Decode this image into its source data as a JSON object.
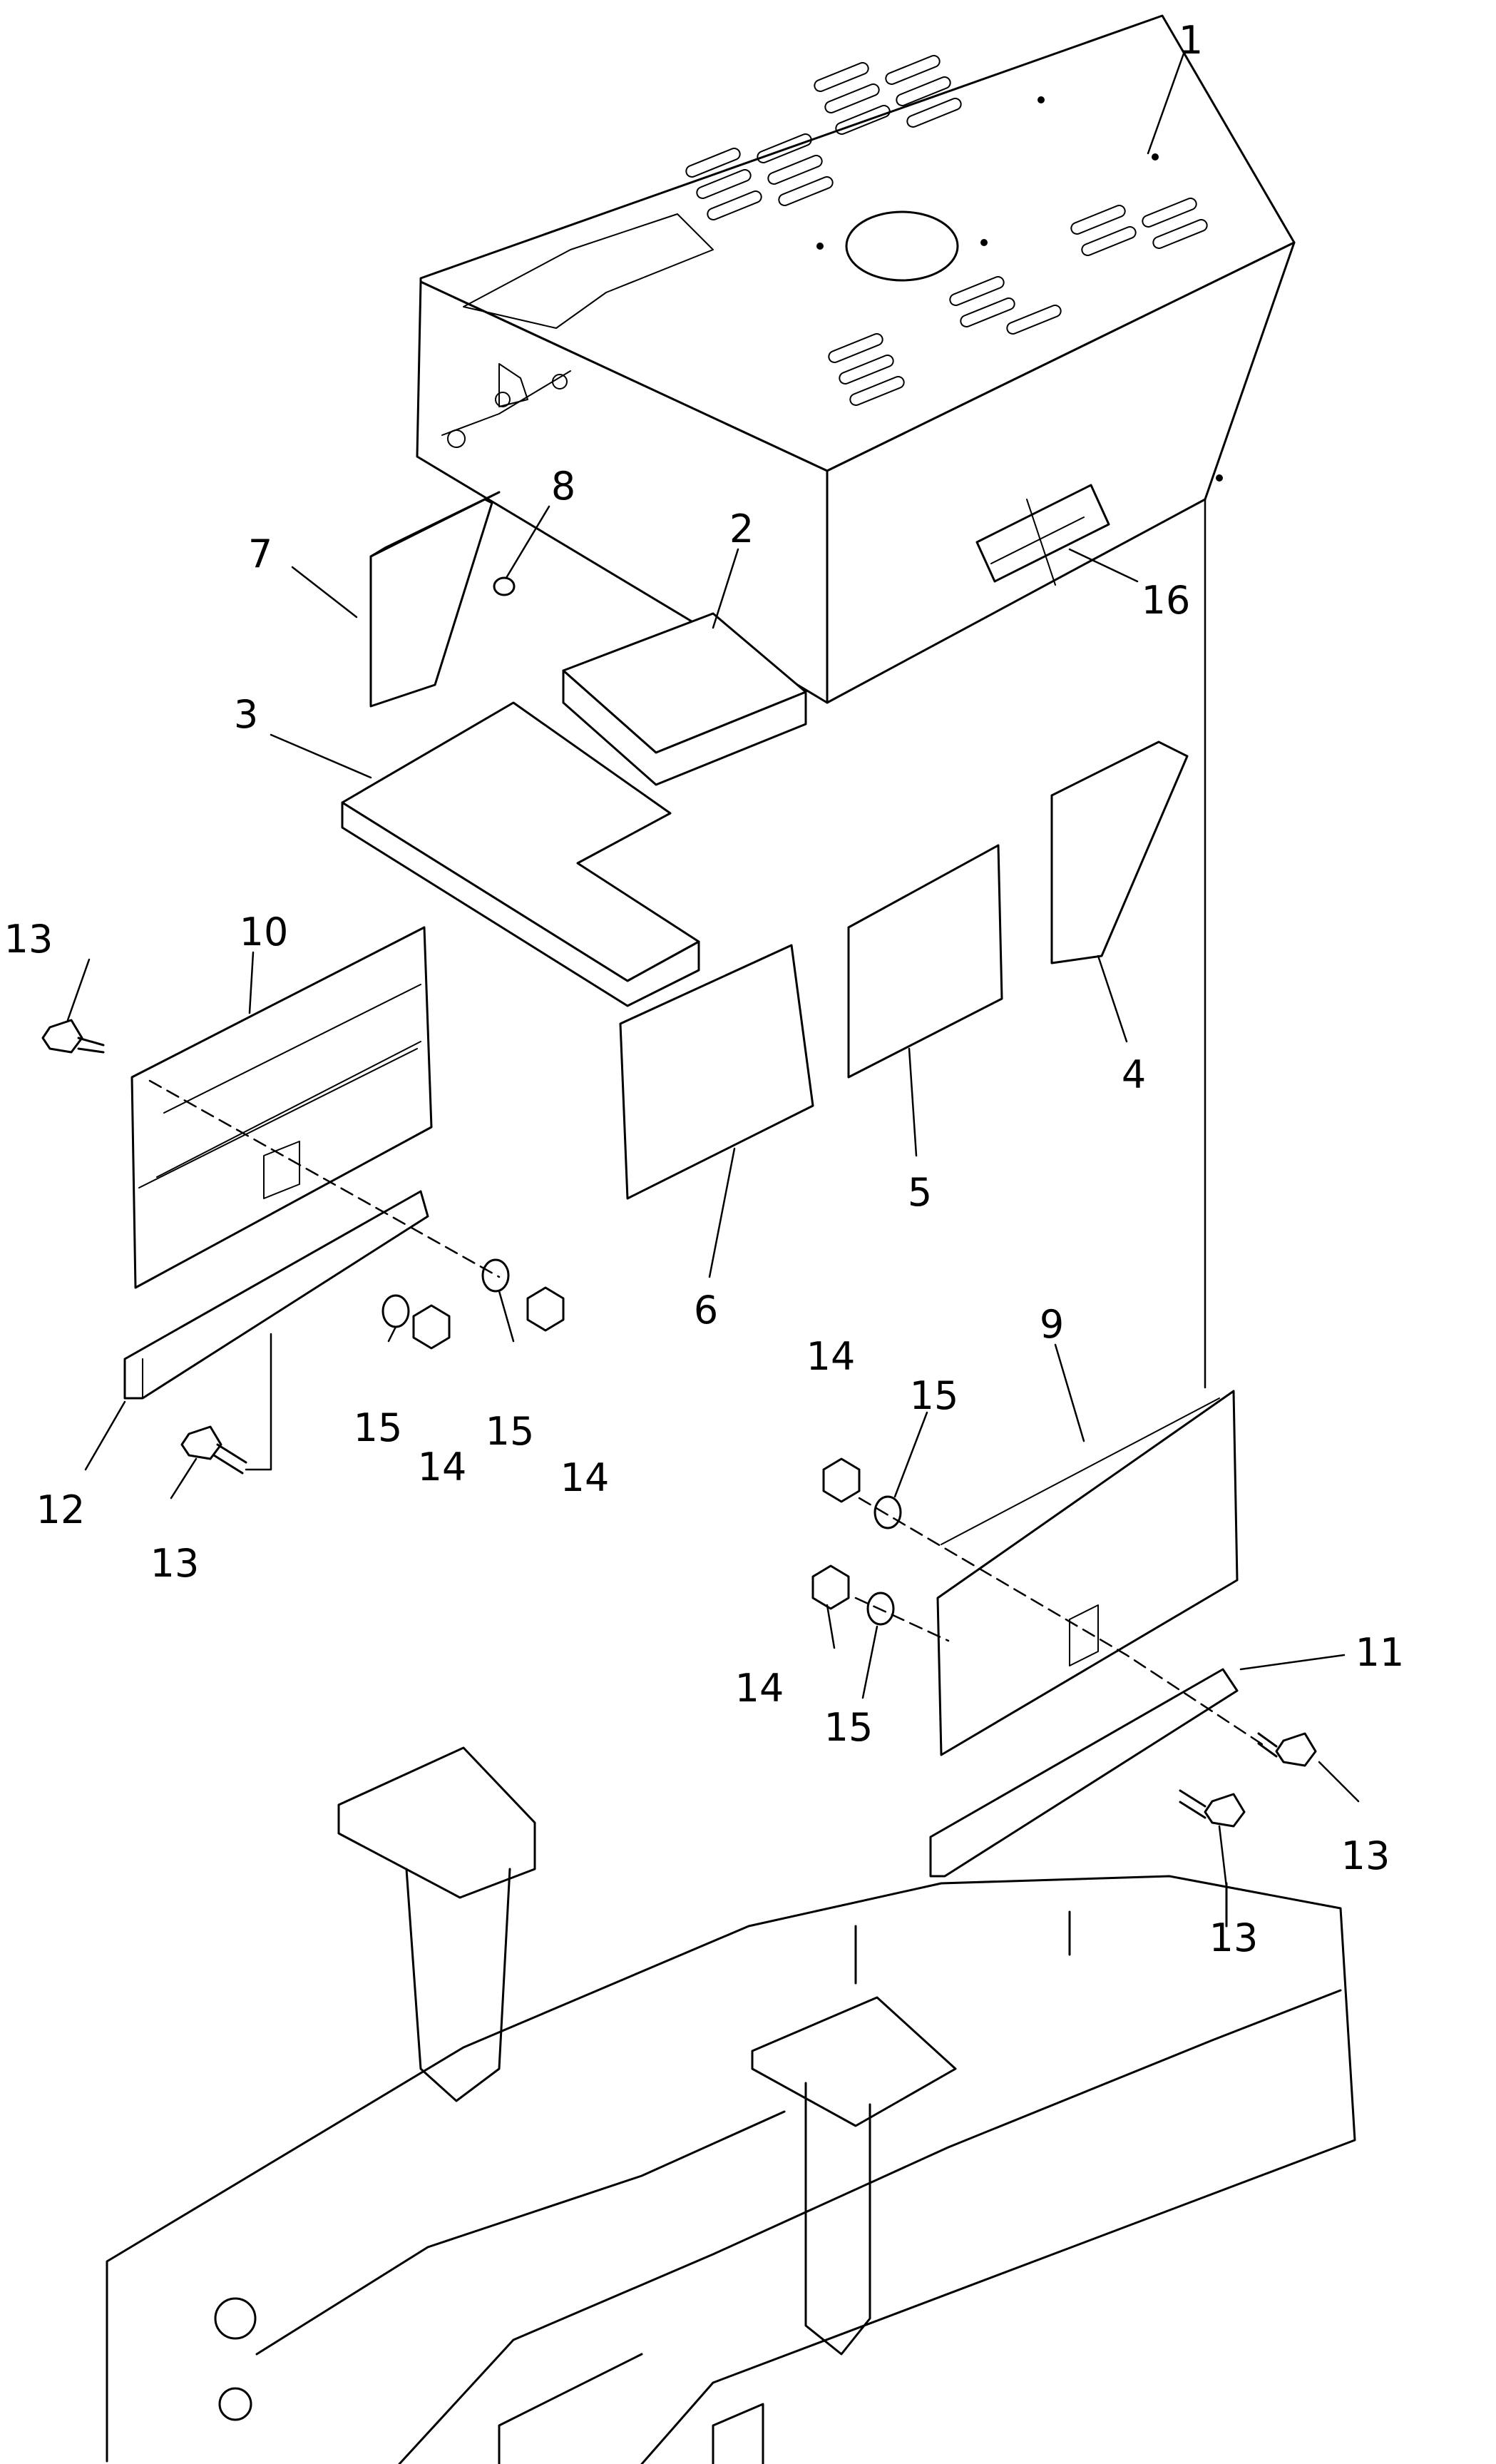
{
  "callouts": [
    "1",
    "2",
    "3",
    "4",
    "5",
    "6",
    "7",
    "8",
    "9",
    "10",
    "11",
    "12",
    "13",
    "13",
    "13",
    "13",
    "14",
    "14",
    "14",
    "14",
    "15",
    "15",
    "15",
    "15",
    "16"
  ]
}
